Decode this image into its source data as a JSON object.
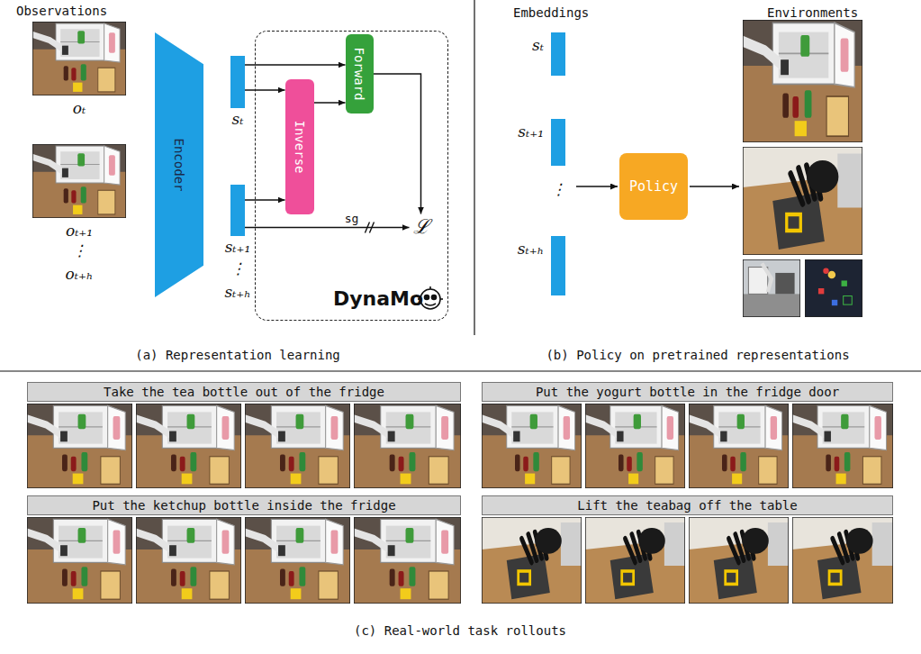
{
  "diagram": {
    "nodes": [
      {
        "text": [
          "Encoder"
        ]
      },
      {
        "text": [
          "sₜ"
        ]
      },
      {
        "text": [
          "sₜ₊₁"
        ]
      },
      {
        "text": [
          "DynaMo"
        ]
      },
      {
        "text": [
          "Inverse"
        ],
        "in": 3
      },
      {
        "text": [
          "Forward"
        ],
        "in": 3
      },
      {
        "text": [
          "ℒ"
        ],
        "in": 3
      },
      {
        "text": [
          "Policy"
        ]
      },
      {
        "text": [
          "Take the tea bottle out of the fridge"
        ]
      },
      {
        "text": [
          "Put the yogurt bottle in the fridge door"
        ]
      },
      {
        "text": [
          "Put the ketchup bottle inside the fridge"
        ]
      },
      {
        "text": [
          "Lift the teabag off the table"
        ]
      }
    ],
    "edges": [
      {
        "from": 1,
        "to": 5,
        "arrow": "to"
      },
      {
        "from": 1,
        "to": 4,
        "arrow": "to"
      },
      {
        "from": 2,
        "to": 4,
        "arrow": "to"
      },
      {
        "from": 4,
        "to": 5,
        "arrow": "to"
      },
      {
        "from": 5,
        "to": 6,
        "arrow": "to"
      },
      {
        "from": 2,
        "to": 6,
        "label": "sg",
        "arrow": "to"
      }
    ],
    "labels": [
      "Observations",
      "oₜ",
      "oₜ₊₁",
      "⋮",
      "oₜ₊ₕ",
      "⋮",
      "sₜ₊ₕ",
      "(a) Representation learning",
      "Embeddings",
      "sₜ",
      "sₜ₊₁",
      "⋮",
      "sₜ₊ₕ",
      "Environments",
      "(b) Policy on pretrained representations",
      "(c) Real-world task rollouts"
    ]
  }
}
